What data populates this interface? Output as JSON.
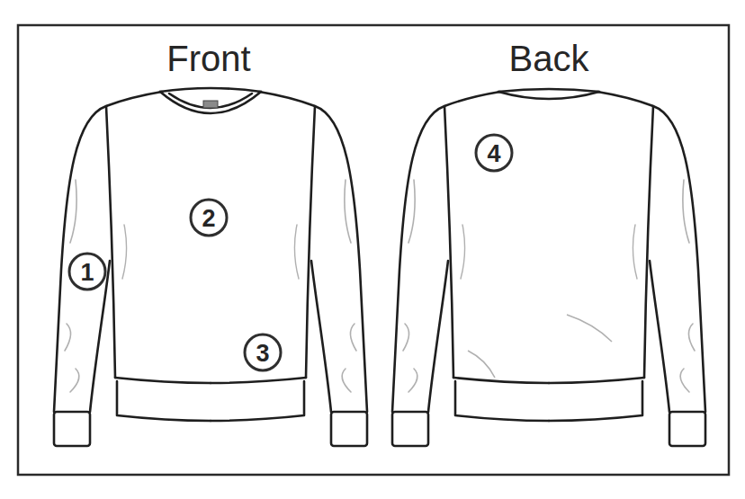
{
  "diagram": {
    "labels": [
      "Front",
      "Back",
      "1",
      "2",
      "3",
      "4"
    ]
  }
}
